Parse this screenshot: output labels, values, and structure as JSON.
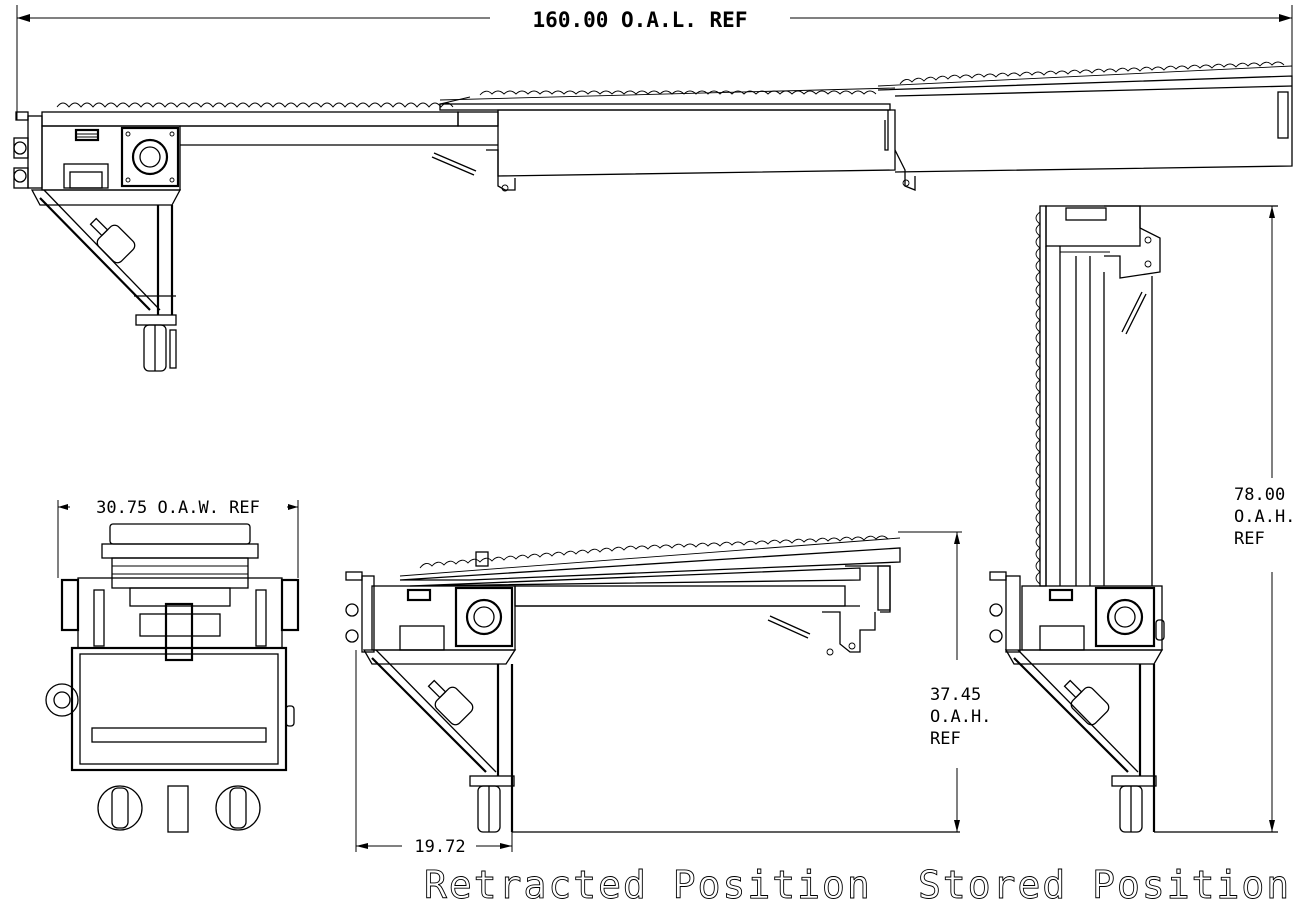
{
  "dimensions": {
    "overall_length": "160.00 O.A.L. REF",
    "overall_width": "30.75 O.A.W. REF",
    "stored_height_value": "78.00",
    "stored_height_unit": "O.A.H.",
    "stored_height_ref": "REF",
    "retracted_height_value": "37.45",
    "retracted_height_unit": "O.A.H.",
    "retracted_height_ref": "REF",
    "base_length": "19.72"
  },
  "captions": {
    "retracted": "Retracted Position",
    "stored": "Stored Position"
  }
}
